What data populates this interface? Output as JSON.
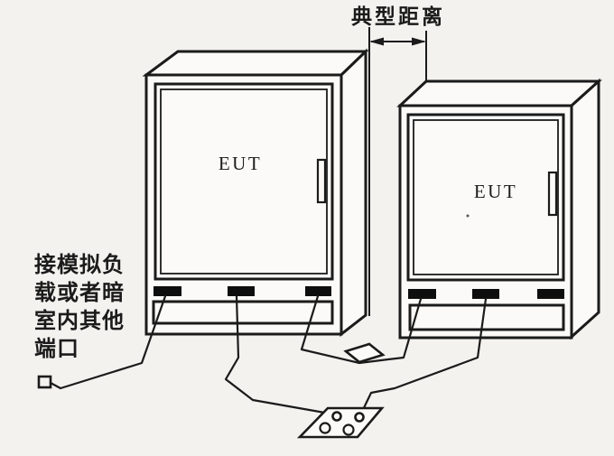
{
  "diagram": {
    "distance_label": "典型距离",
    "left_cabinet_label": "EUT",
    "right_cabinet_label": "EUT",
    "note_lines": [
      "接模拟负",
      "载或者暗",
      "室内其他",
      "端口"
    ],
    "note_full": "接模拟负载或者暗室内其他端口"
  },
  "colors": {
    "background": "#f3f2ef",
    "line": "#1b1b1b",
    "surface": "#fbfaf8",
    "port_fill": "#0e0e0e"
  }
}
